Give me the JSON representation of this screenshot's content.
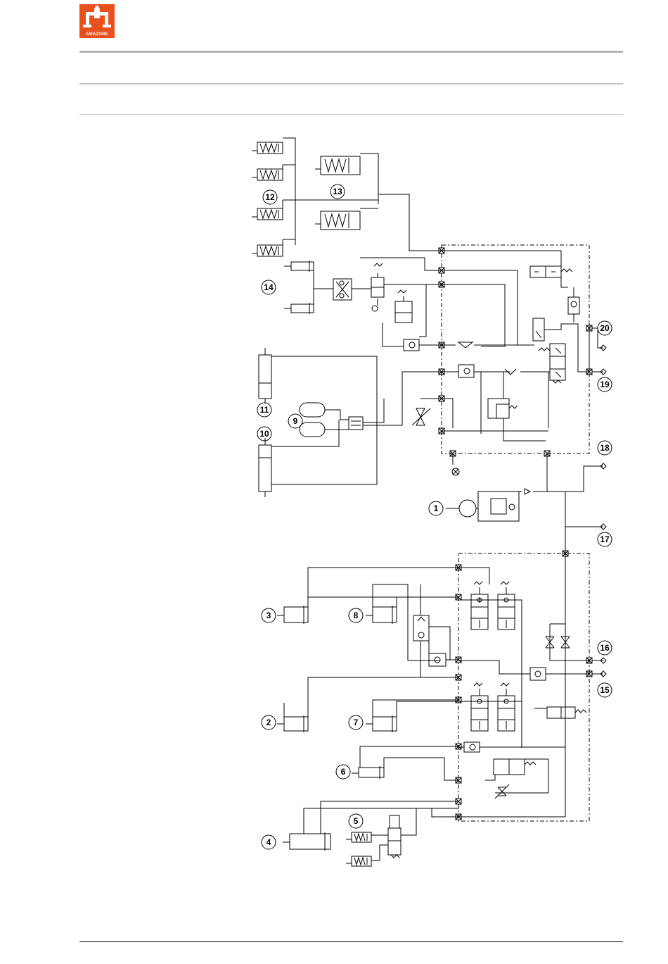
{
  "header": {
    "logo_text": "AMAZONE",
    "brand_color": "#e8501c"
  },
  "diagram": {
    "labels": [
      {
        "id": "1",
        "text": "1"
      },
      {
        "id": "2",
        "text": "2"
      },
      {
        "id": "3",
        "text": "3"
      },
      {
        "id": "4",
        "text": "4"
      },
      {
        "id": "5",
        "text": "5"
      },
      {
        "id": "6",
        "text": "6"
      },
      {
        "id": "7",
        "text": "7"
      },
      {
        "id": "8",
        "text": "8"
      },
      {
        "id": "9",
        "text": "9"
      },
      {
        "id": "10",
        "text": "10"
      },
      {
        "id": "11",
        "text": "11"
      },
      {
        "id": "12",
        "text": "12"
      },
      {
        "id": "13",
        "text": "13"
      },
      {
        "id": "14",
        "text": "14"
      },
      {
        "id": "15",
        "text": "15"
      },
      {
        "id": "16",
        "text": "16"
      },
      {
        "id": "17",
        "text": "17"
      },
      {
        "id": "18",
        "text": "18"
      },
      {
        "id": "19",
        "text": "19"
      },
      {
        "id": "20",
        "text": "20"
      }
    ]
  }
}
